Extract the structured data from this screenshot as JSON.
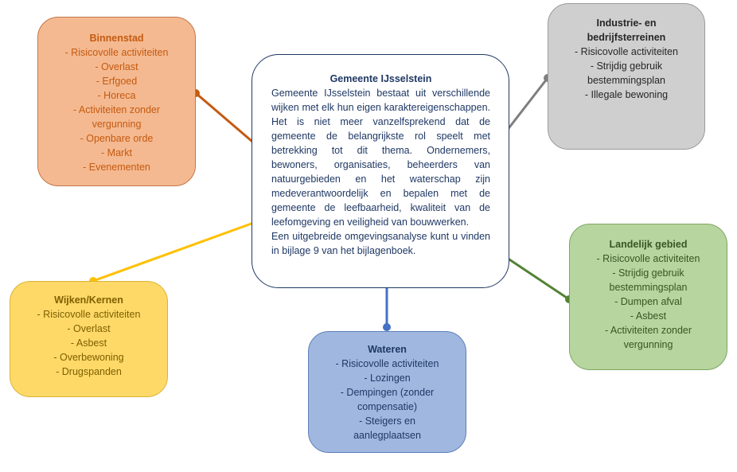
{
  "diagram": {
    "center": {
      "title": "Gemeente IJsselstein",
      "paragraph1": "Gemeente IJsselstein bestaat uit verschillende wijken met elk hun eigen karaktereigenschappen. Het is niet meer vanzelfsprekend dat de gemeente de belangrijkste rol speelt met betrekking tot dit thema. Ondernemers, bewoners, organisaties, beheerders van natuurgebieden en het waterschap zijn medeverantwoordelijk en bepalen met de gemeente de leefbaarheid, kwaliteit van de leefomgeving en veiligheid van bouwwerken.",
      "paragraph2": "Een uitgebreide omgevingsanalyse kunt u vinden in bijlage 9 van het bijlagenboek."
    },
    "binnenstad": {
      "title": "Binnenstad",
      "items": [
        "- Risicovolle activiteiten",
        "- Overlast",
        "- Erfgoed",
        "- Horeca",
        "- Activiteiten zonder",
        "vergunning",
        "- Openbare orde",
        "- Markt",
        "- Evenementen"
      ],
      "color": "#f4b990"
    },
    "industrie": {
      "title_line1": "Industrie- en",
      "title_line2": "bedrijfsterreinen",
      "items": [
        "- Risicovolle activiteiten",
        "- Strijdig gebruik",
        "bestemmingsplan",
        "- Illegale bewoning"
      ],
      "color": "#d0cfcf"
    },
    "landelijk": {
      "title": "Landelijk gebied",
      "items": [
        "- Risicovolle activiteiten",
        "- Strijdig gebruik",
        "bestemmingsplan",
        "- Dumpen afval",
        "- Asbest",
        "- Activiteiten zonder",
        "vergunning"
      ],
      "color": "#b7d59f"
    },
    "wijken": {
      "title": "Wijken/Kernen",
      "items": [
        "- Risicovolle activiteiten",
        "- Overlast",
        "- Asbest",
        "- Overbewoning",
        "- Drugspanden"
      ],
      "color": "#fed968"
    },
    "wateren": {
      "title": "Wateren",
      "items": [
        "- Risicovolle activiteiten",
        "- Lozingen",
        "- Dempingen (zonder",
        "compensatie)",
        "- Steigers en",
        "aanlegplaatsen"
      ],
      "color": "#a0b8e0"
    }
  }
}
